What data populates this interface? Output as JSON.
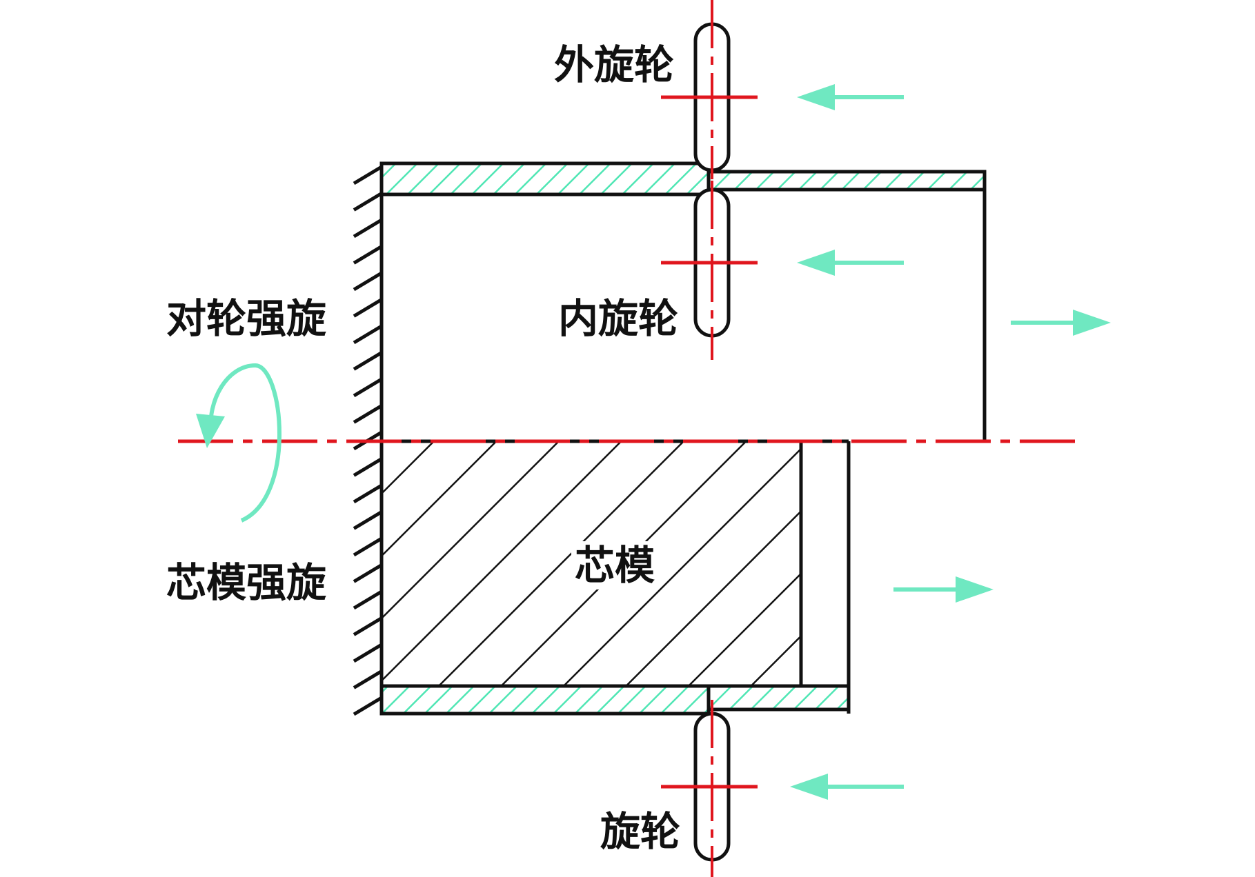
{
  "labels": {
    "outer_roller": "外旋轮",
    "inner_roller": "内旋轮",
    "roller": "旋轮",
    "mandrel": "芯模",
    "dual_roller_spinning": "对轮强旋",
    "mandrel_spinning": "芯模强旋"
  },
  "colors": {
    "line": "#111111",
    "centerline": "#e0161e",
    "hatch_teal": "#4fe6b4",
    "arrow": "#6fe8c1",
    "background": "#ffffff"
  },
  "icons": {
    "arrow_left": "arrow-left-icon",
    "arrow_right": "arrow-right-icon",
    "rotation": "rotation-arrow-icon"
  }
}
